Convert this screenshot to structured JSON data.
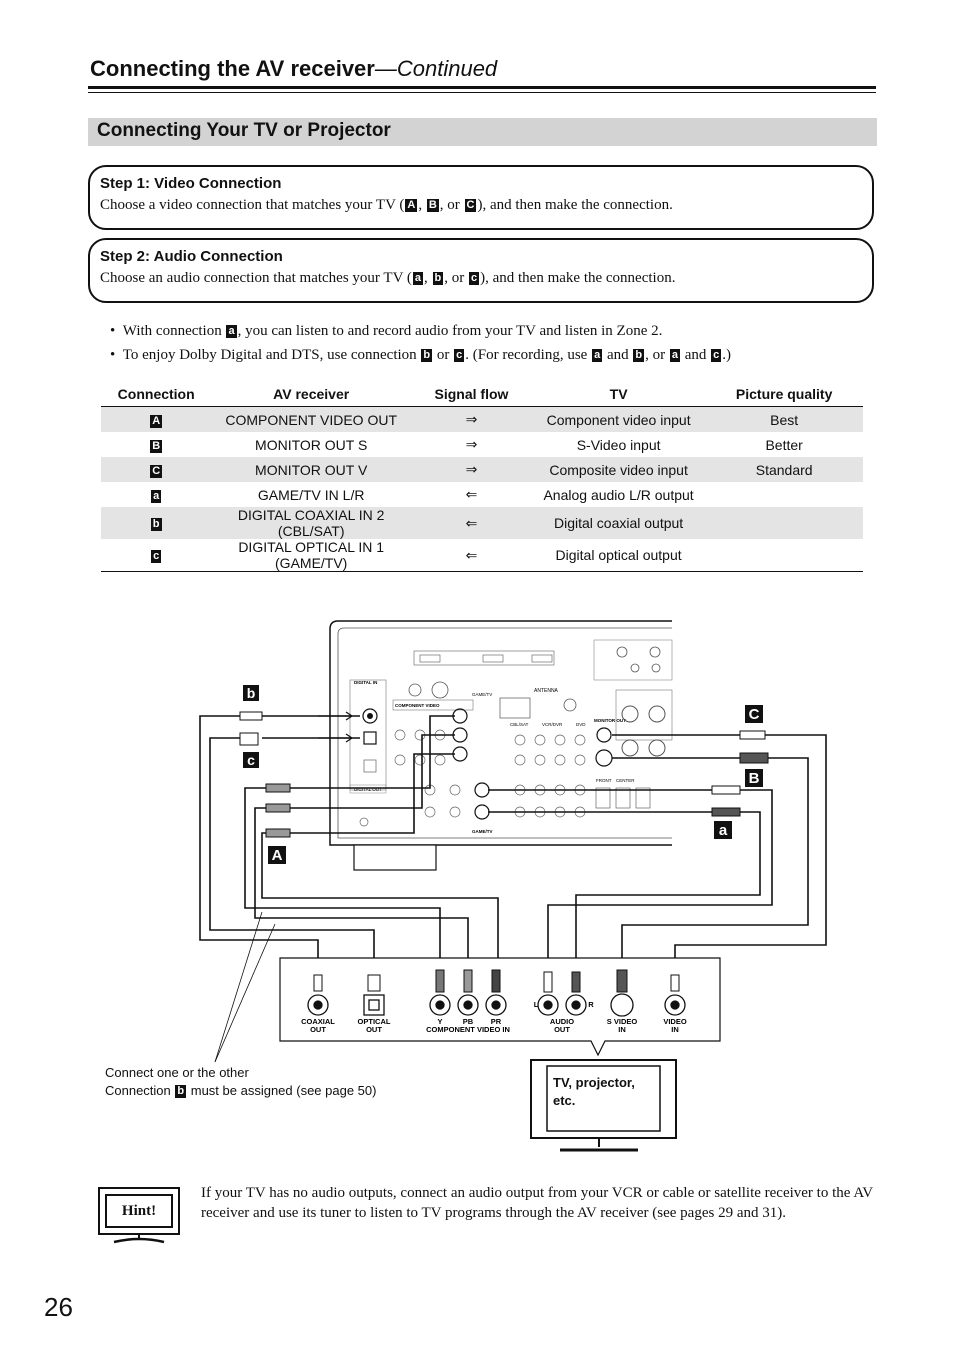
{
  "header": {
    "title": "Connecting the AV receiver",
    "title_suffix": "—Continued"
  },
  "section": {
    "title": "Connecting Your TV or Projector"
  },
  "step1": {
    "title": "Step 1: Video Connection",
    "text_before": "Choose a video connection that matches your TV (",
    "tag1": "A",
    "sep1": ", ",
    "tag2": "B",
    "sep2": ", or ",
    "tag3": "C",
    "text_after": "), and then make the connection."
  },
  "step2": {
    "title": "Step 2: Audio Connection",
    "text_before": "Choose an audio connection that matches your TV (",
    "tag1": "a",
    "sep1": ", ",
    "tag2": "b",
    "sep2": ", or ",
    "tag3": "c",
    "text_after": "), and then make the connection."
  },
  "bullets": {
    "b1": {
      "before": "With connection ",
      "tag": "a",
      "after": ", you can listen to and record audio from your TV and listen in Zone 2."
    },
    "b2": {
      "before": "To enjoy Dolby Digital and DTS, use connection ",
      "tag1": "b",
      "mid1": " or ",
      "tag2": "c",
      "mid2": ". (For recording, use ",
      "tag3": "a",
      "mid3": " and ",
      "tag4": "b",
      "mid4": ", or ",
      "tag5": "a",
      "mid5": " and ",
      "tag6": "c",
      "end": ".)"
    }
  },
  "table": {
    "headers": [
      "Connection",
      "AV receiver",
      "Signal flow",
      "TV",
      "Picture quality"
    ],
    "rows": [
      [
        "A",
        "COMPONENT VIDEO OUT",
        "⇒",
        "Component video input",
        "Best"
      ],
      [
        "B",
        "MONITOR OUT S",
        "⇒",
        "S-Video input",
        "Better"
      ],
      [
        "C",
        "MONITOR OUT V",
        "⇒",
        "Composite video input",
        "Standard"
      ],
      [
        "a",
        "GAME/TV IN L/R",
        "⇐",
        "Analog audio L/R output",
        ""
      ],
      [
        "b",
        "DIGITAL COAXIAL IN 2 (CBL/SAT)",
        "⇐",
        "Digital coaxial output",
        ""
      ],
      [
        "c",
        "DIGITAL OPTICAL IN 1 (GAME/TV)",
        "⇐",
        "Digital optical output",
        ""
      ]
    ]
  },
  "diagram": {
    "labels": {
      "b": "b",
      "c": "c",
      "A": "A",
      "C": "C",
      "B": "B",
      "a": "a"
    },
    "receiver": {
      "antenna": "ANTENNA",
      "component_video": "COMPONENT VIDEO",
      "digital_in": "DIGITAL IN",
      "digital_out": "DIGITAL OUT",
      "monitor_out": "MONITOR OUT",
      "game_tv": "GAME/TV",
      "cbl_sat": "CBL/SAT",
      "vcr_dvr": "VCR/DVR",
      "dvd": "DVD",
      "front": "FRONT",
      "center": "CENTER"
    },
    "tv_panel": {
      "coaxial": "COAXIAL\nOUT",
      "coaxial_1": "COAXIAL",
      "coaxial_2": "OUT",
      "optical_1": "OPTICAL",
      "optical_2": "OUT",
      "y": "Y",
      "pb": "PB",
      "pr": "PR",
      "component": "COMPONENT VIDEO IN",
      "l": "L",
      "r": "R",
      "audio_1": "AUDIO",
      "audio_2": "OUT",
      "svideo_1": "S VIDEO",
      "svideo_2": "IN",
      "video_1": "VIDEO",
      "video_2": "IN"
    }
  },
  "notes": {
    "line1": "Connect one or the other",
    "line2_before": "Connection ",
    "line2_tag": "b",
    "line2_after": " must be assigned (see page 50)"
  },
  "tv_label": {
    "line1": "TV, projector,",
    "line2": "etc."
  },
  "hint": {
    "label": "Hint!",
    "text": "If your TV has no audio outputs, connect an audio output from your VCR or cable or satellite receiver to the AV receiver and use its tuner to listen to TV programs through the AV receiver (see pages 29 and 31)."
  },
  "page_number": "26"
}
